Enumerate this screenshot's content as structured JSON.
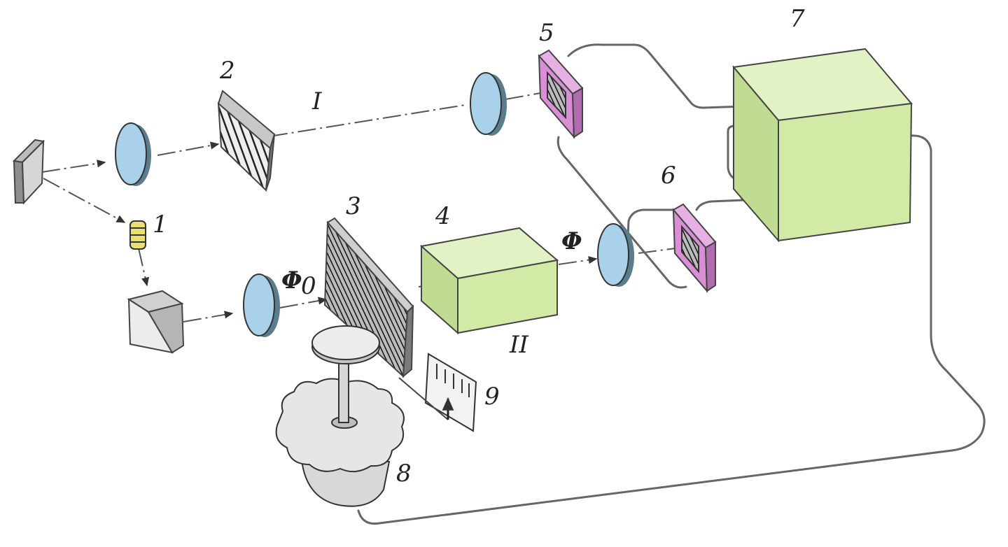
{
  "labels": {
    "source": "1",
    "grating_reference": "2",
    "grating_measured": "3",
    "sample_block": "4",
    "detector_top": "5",
    "detector_bottom": "6",
    "processing_unit": "7",
    "drive_motor": "8",
    "scale": "9",
    "channel_top": "I",
    "channel_bottom": "II",
    "flux_in": "Φ",
    "flux_in_sub": "0",
    "flux_out": "Φ"
  },
  "colors": {
    "lens": "#a9d2ea",
    "block": "#d2eaa6",
    "detector": "#d88fd6",
    "coil": "#e8e070",
    "line": "#555555"
  }
}
